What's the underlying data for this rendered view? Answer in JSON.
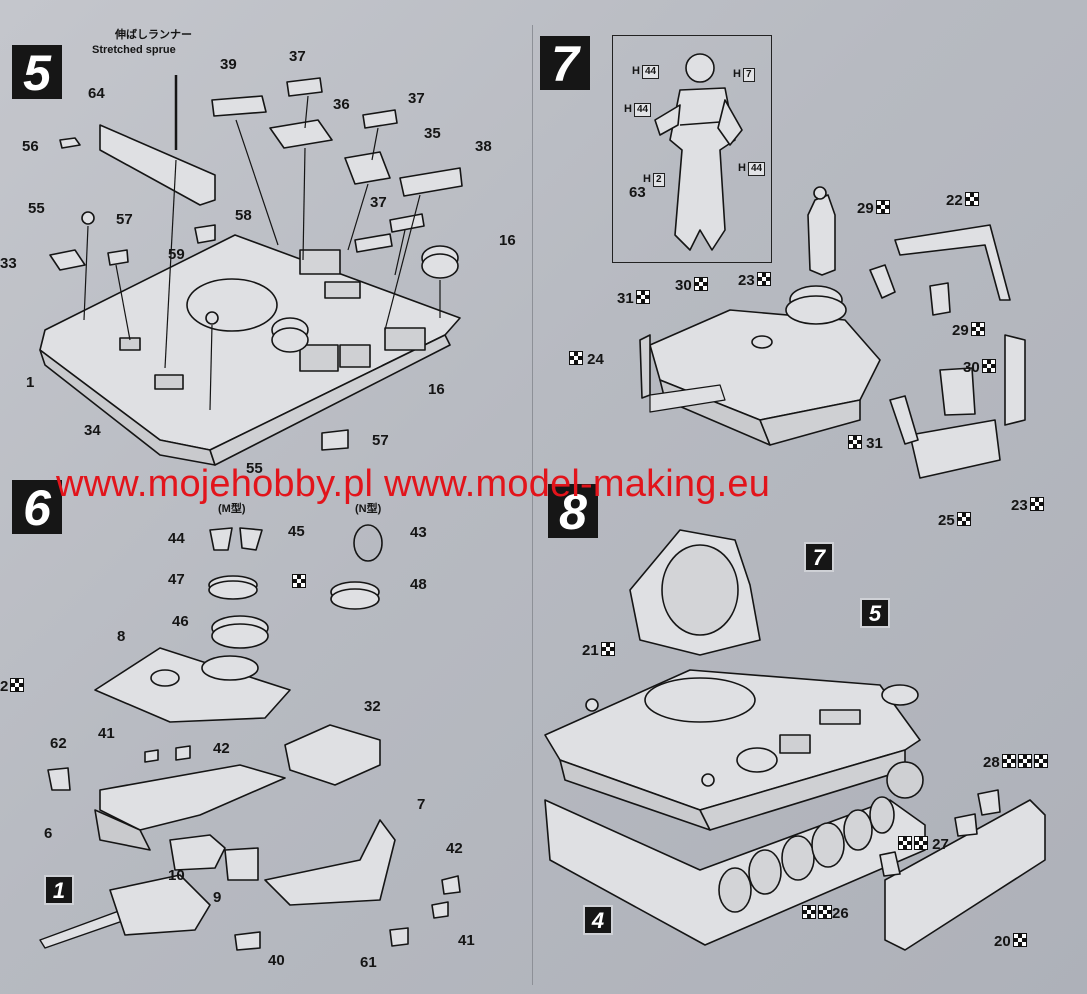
{
  "steps": {
    "s5": "5",
    "s6": "6",
    "s7": "7",
    "s8": "8"
  },
  "refs": {
    "r1": "1",
    "r4": "4",
    "r5": "5",
    "r7": "7"
  },
  "sprue": {
    "jp": "伸ばしランナー",
    "en": "Stretched sprue"
  },
  "turret_variants": {
    "m": "(M型)",
    "n": "(N型)"
  },
  "figure_paint": {
    "h44a": "H",
    "h44a_val": "44",
    "h7": "H",
    "h7_val": "7",
    "h44b": "H",
    "h44b_val": "44",
    "h44c": "H",
    "h44c_val": "44",
    "h2": "H",
    "h2_val": "2"
  },
  "parts": {
    "p64": "64",
    "p56": "56",
    "p55a": "55",
    "p33": "33",
    "p57a": "57",
    "p59": "59",
    "p58": "58",
    "p39": "39",
    "p37a": "37",
    "p36": "36",
    "p37b": "37",
    "p35": "35",
    "p38": "38",
    "p37c": "37",
    "p16a": "16",
    "p1": "1",
    "p34": "34",
    "p55b": "55",
    "p16b": "16",
    "p57b": "57",
    "p44": "44",
    "p45": "45",
    "p43": "43",
    "p47": "47",
    "p48": "48",
    "p46": "46",
    "p8": "8",
    "p2": "2",
    "p32": "32",
    "p41a": "41",
    "p42a": "42",
    "p62": "62",
    "p6": "6",
    "p7": "7",
    "p10": "10",
    "p9": "9",
    "p42b": "42",
    "p41b": "41",
    "p40": "40",
    "p61": "61",
    "p63": "63",
    "p29a": "29",
    "p22": "22",
    "p31a": "31",
    "p30a": "30",
    "p23a": "23",
    "p24": "24",
    "p29b": "29",
    "p30b": "30",
    "p31b": "31",
    "p25": "25",
    "p23b": "23",
    "p21": "21",
    "p28": "28",
    "p27": "27",
    "p26": "26",
    "p20": "20"
  },
  "watermark": "www.mojehobby.pl www.model-making.eu",
  "colors": {
    "paper": "#bcbfc5",
    "ink": "#151515",
    "watermark": "#e2141b"
  }
}
